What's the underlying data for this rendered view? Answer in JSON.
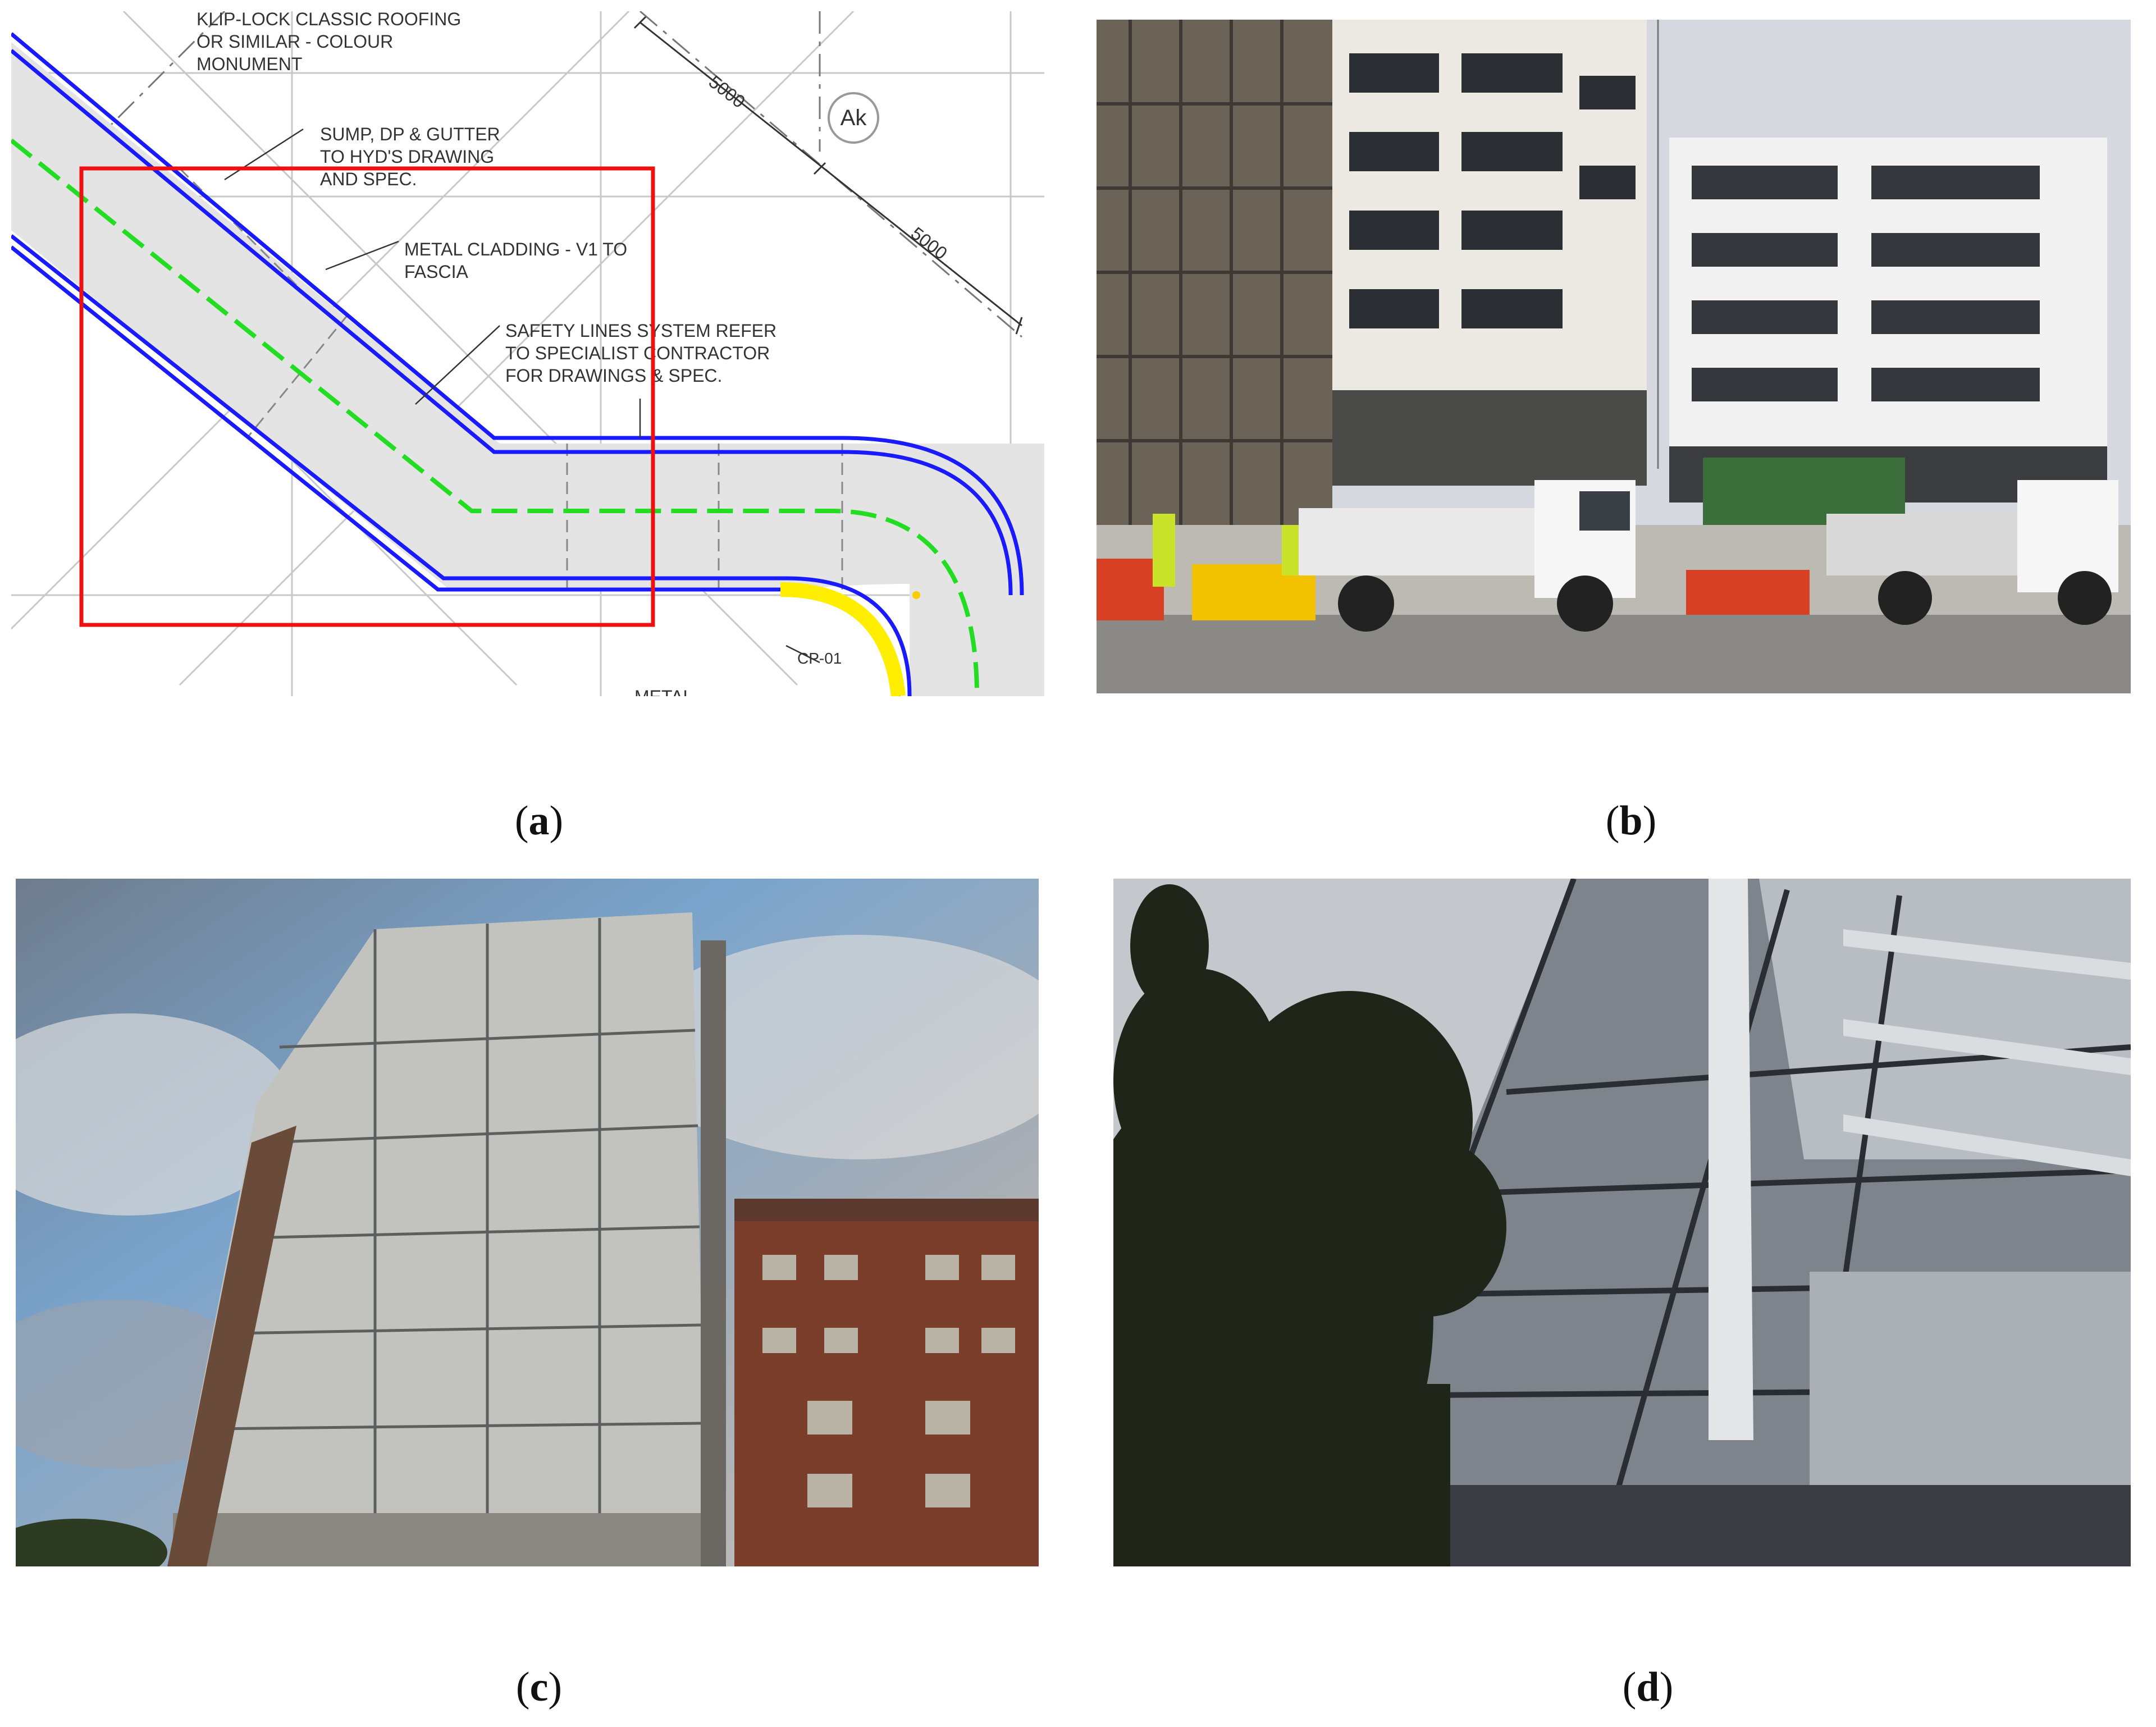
{
  "panels": {
    "a": {
      "caption": "a",
      "labels": {
        "roofing": "KLIP-LOCK CLASSIC ROOFING",
        "similar": "OR SIMILAR - COLOUR",
        "monument": "MONUMENT",
        "dim1": "5000",
        "dim2": "5000",
        "grid_ref": "Ak",
        "sump1": "SUMP, DP & GUTTER",
        "sump2": "TO HYD'S DRAWING",
        "sump3": "AND SPEC.",
        "clad1": "METAL CLADDING - V1 TO",
        "clad2": "FASCIA",
        "safety1": "SAFETY LINES SYSTEM REFER",
        "safety2": "TO SPECIALIST CONTRACTOR",
        "safety3": "FOR DRAWINGS & SPEC.",
        "cp": "CP-01",
        "metal": "METAL"
      },
      "colors": {
        "roof_edge": "#1a1aff",
        "safety_line": "#22dd22",
        "highlight_box": "#ee1111",
        "gutter": "#ffee00"
      }
    },
    "b": {
      "caption": "b"
    },
    "c": {
      "caption": "c"
    },
    "d": {
      "caption": "d"
    }
  }
}
